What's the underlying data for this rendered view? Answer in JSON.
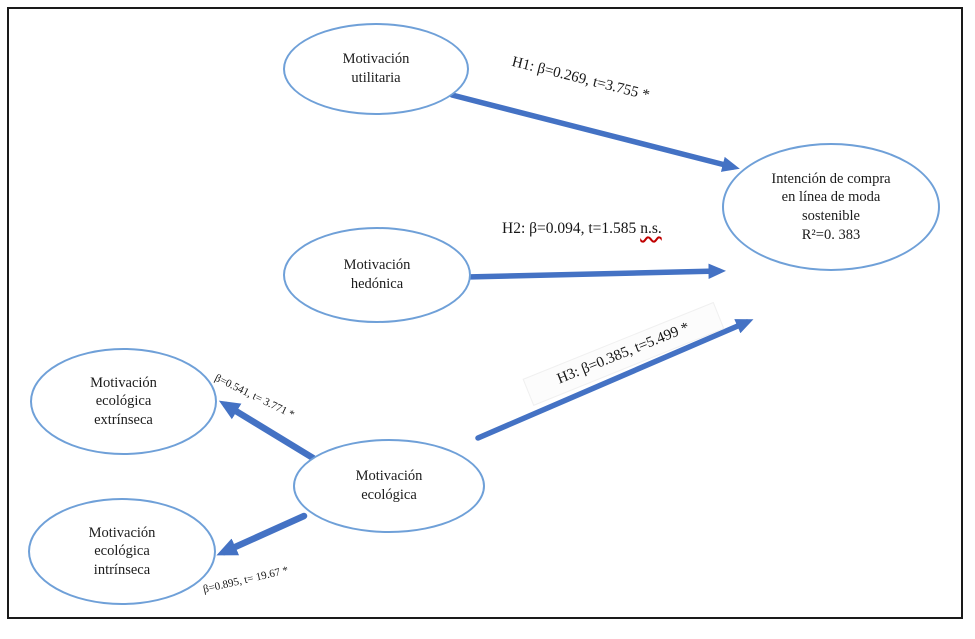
{
  "diagram": {
    "nodes": {
      "utilitaria": {
        "lines": [
          "Motivación",
          "utilitaria"
        ]
      },
      "hedonica": {
        "lines": [
          "Motivación",
          "hedónica"
        ]
      },
      "ecologica_extrinseca": {
        "lines": [
          "Motivación",
          "ecológica",
          "extrínseca"
        ]
      },
      "ecologica_intrinseca": {
        "lines": [
          "Motivación",
          "ecológica",
          "intrínseca"
        ]
      },
      "ecologica": {
        "lines": [
          "Motivación",
          "ecológica"
        ]
      },
      "intencion": {
        "lines": [
          "Intención de compra",
          "en línea de moda",
          "sostenible",
          "R²=0. 383"
        ]
      }
    },
    "edges": {
      "h1": {
        "label": "H1: β=0.269, t=3.755 *"
      },
      "h2": {
        "label": "H2: β=0.094, t=1.585",
        "ns_suffix": "n.s."
      },
      "h3": {
        "label": "H3: β=0.385, t=5.499 *"
      },
      "extrinseca": {
        "label": "β=0.541, t= 3.771 *"
      },
      "intrinseca": {
        "label": "β=0.895, t= 19.67 *"
      }
    },
    "colors": {
      "arrow_blue": "#4472c4",
      "ellipse_border_blue": "#6fa0d8",
      "spellcheck_red": "#c00000",
      "frame_black": "#1a1a1a"
    }
  }
}
